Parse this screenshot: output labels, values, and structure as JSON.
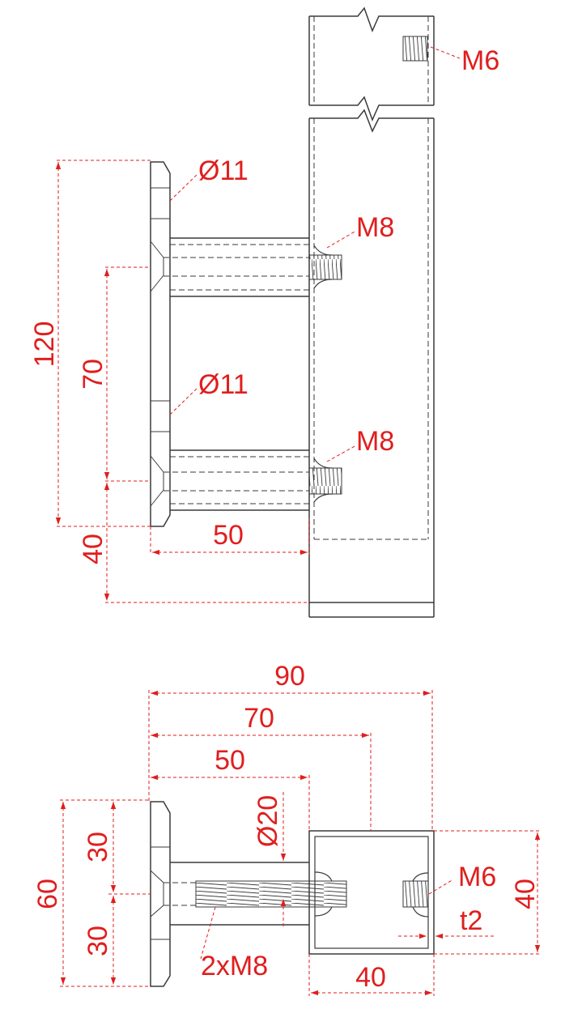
{
  "colors": {
    "outline": "#3a3a3a",
    "dimension": "#e01e1e",
    "background": "#ffffff"
  },
  "side_view": {
    "thread_top": "M6",
    "hole_upper": "Ø11",
    "thread_upper": "M8",
    "hole_lower": "Ø11",
    "thread_lower": "M8",
    "dim_total_height": "120",
    "dim_hole_spacing": "70",
    "dim_bottom_offset": "40",
    "dim_standoff": "50"
  },
  "plan_view": {
    "dim_overall": "90",
    "dim_to_tube_center": "70",
    "dim_standoff": "50",
    "dim_spacer_diameter": "Ø20",
    "dim_plate_width": "60",
    "dim_half_upper": "30",
    "dim_half_lower": "30",
    "thread_tube": "M6",
    "dim_tube_height": "40",
    "dim_wall_thickness": "t2",
    "dim_tube_width": "40",
    "bolts": "2xM8"
  }
}
